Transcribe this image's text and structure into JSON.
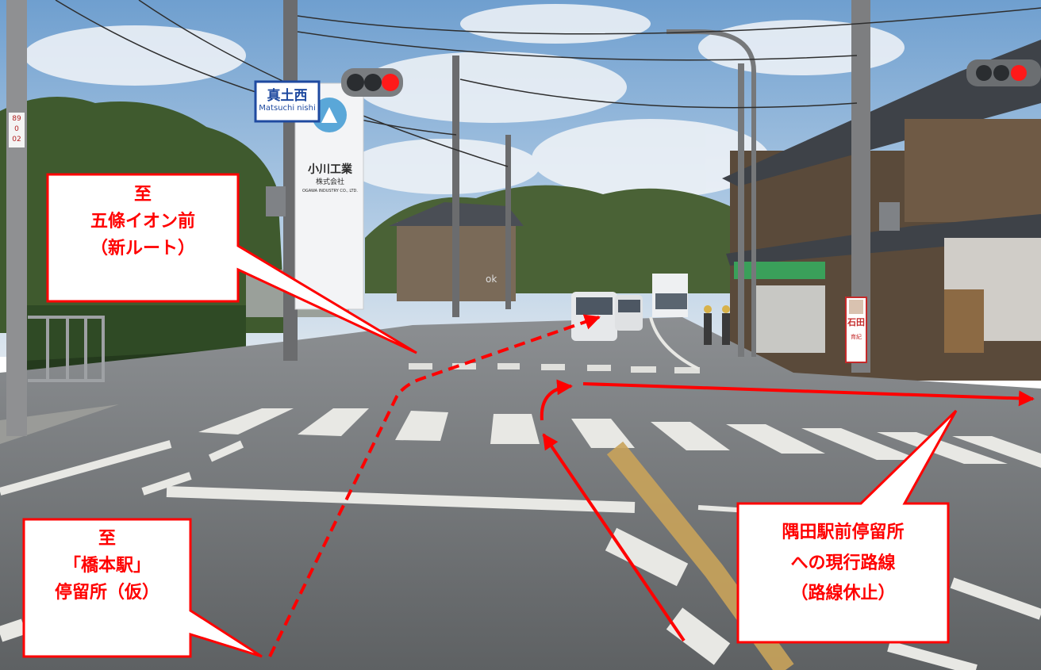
{
  "photo": {
    "intersection_sign": {
      "japanese": "真土西",
      "romaji": "Matsuchi nishi"
    },
    "company_sign": {
      "name": "小川工業",
      "subtitle": "株式会社",
      "english": "OGAWA INDUSTRY CO., LTD."
    },
    "pole_plate": [
      "89",
      "0",
      "02"
    ],
    "campaign_sign": {
      "name": "石田",
      "sub": "育紀"
    },
    "building_text": "ok"
  },
  "callouts": {
    "new_route": {
      "lines": [
        "至",
        "五條イオン前",
        "（新ルート）"
      ]
    },
    "hashimoto": {
      "lines": [
        "至",
        "「橋本駅」",
        "停留所（仮）"
      ]
    },
    "current_route": {
      "lines": [
        "隅田駅前停留所",
        "への現行路線",
        "（路線休止）"
      ]
    }
  },
  "colors": {
    "annotation": "#ff0000",
    "callout_border": "#ff0000",
    "callout_fill": "#ffffff"
  }
}
